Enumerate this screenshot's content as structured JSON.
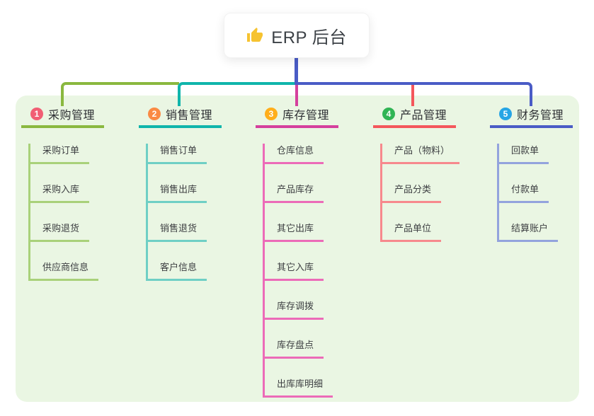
{
  "root": {
    "icon": "thumbs-up-icon",
    "title": "ERP 后台"
  },
  "colors": {
    "canvas": "#ffffff",
    "panel": "#eaf6e3",
    "root_line": "#4a5cc6",
    "thumb_icon": "#f6c331"
  },
  "branches": [
    {
      "id": "purchase",
      "badge": "1",
      "label": "采购管理",
      "colors": {
        "badge": "#f15e74",
        "line": "#8ab83f",
        "child_line": "#a9d17a"
      },
      "children": [
        "采购订单",
        "采购入库",
        "采购退货",
        "供应商信息"
      ]
    },
    {
      "id": "sales",
      "badge": "2",
      "label": "销售管理",
      "colors": {
        "badge": "#fa8a44",
        "line": "#10b5ab",
        "child_line": "#6fcfc5"
      },
      "children": [
        "销售订单",
        "销售出库",
        "销售退货",
        "客户信息"
      ]
    },
    {
      "id": "inventory",
      "badge": "3",
      "label": "库存管理",
      "colors": {
        "badge": "#ffae1b",
        "line": "#d5409d",
        "child_line": "#ec6bb8"
      },
      "children": [
        "仓库信息",
        "产品库存",
        "其它出库",
        "其它入库",
        "库存调拨",
        "库存盘点",
        "出库库明细"
      ]
    },
    {
      "id": "product",
      "badge": "4",
      "label": "产品管理",
      "colors": {
        "badge": "#30b454",
        "line": "#f4575c",
        "child_line": "#f7898d"
      },
      "children": [
        "产品（物料）",
        "产品分类",
        "产品单位"
      ]
    },
    {
      "id": "finance",
      "badge": "5",
      "label": "财务管理",
      "colors": {
        "badge": "#26a5e5",
        "line": "#4a5cc6",
        "child_line": "#93a3dd"
      },
      "children": [
        "回款单",
        "付款单",
        "结算账户"
      ]
    }
  ]
}
